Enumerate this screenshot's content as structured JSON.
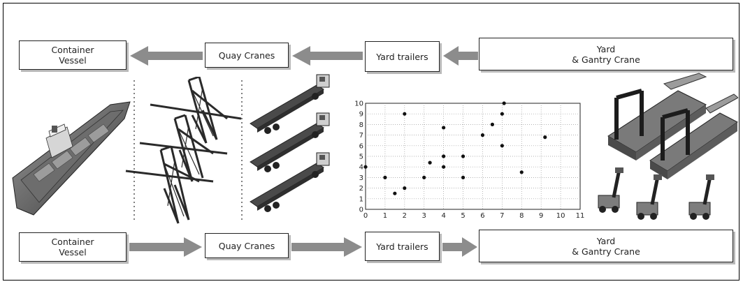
{
  "top_row": {
    "container_vessel": "Container\nVessel",
    "quay_cranes": "Quay Cranes",
    "yard_trailers": "Yard trailers",
    "yard_gantry": "Yard\n& Gantry Crane"
  },
  "bottom_row": {
    "container_vessel": "Container\nVessel",
    "quay_cranes": "Quay Cranes",
    "yard_trailers": "Yard trailers",
    "yard_gantry": "Yard\n& Gantry Crane"
  },
  "chart_data": {
    "type": "scatter",
    "title": "",
    "xlabel": "",
    "ylabel": "",
    "xlim": [
      0,
      11
    ],
    "ylim": [
      0,
      10
    ],
    "xticks": [
      "0",
      "1",
      "2",
      "3",
      "4",
      "5",
      "6",
      "7",
      "8",
      "9",
      "10",
      "11"
    ],
    "yticks": [
      "0",
      "1",
      "2",
      "3",
      "4",
      "5",
      "6",
      "7",
      "8",
      "9",
      "10"
    ],
    "grid": true,
    "points": [
      {
        "x": 0,
        "y": 4
      },
      {
        "x": 1,
        "y": 3
      },
      {
        "x": 1.5,
        "y": 1.5
      },
      {
        "x": 2,
        "y": 2
      },
      {
        "x": 2,
        "y": 9
      },
      {
        "x": 3,
        "y": 3
      },
      {
        "x": 3.3,
        "y": 4.4
      },
      {
        "x": 4,
        "y": 4
      },
      {
        "x": 4,
        "y": 5
      },
      {
        "x": 4,
        "y": 7.7
      },
      {
        "x": 5,
        "y": 3
      },
      {
        "x": 5,
        "y": 5
      },
      {
        "x": 6,
        "y": 7
      },
      {
        "x": 6.5,
        "y": 8
      },
      {
        "x": 7,
        "y": 6
      },
      {
        "x": 7,
        "y": 9
      },
      {
        "x": 7.1,
        "y": 10
      },
      {
        "x": 8,
        "y": 3.5
      },
      {
        "x": 9.2,
        "y": 6.8
      }
    ]
  },
  "icons": [
    "container-ship-icon",
    "quay-crane-icon",
    "yard-trailer-icon",
    "gantry-crane-icon",
    "reach-stacker-icon"
  ],
  "colors": {
    "arrow": "#8c8c8c",
    "shadow": "#b9b9b9",
    "ink": "#222222"
  }
}
